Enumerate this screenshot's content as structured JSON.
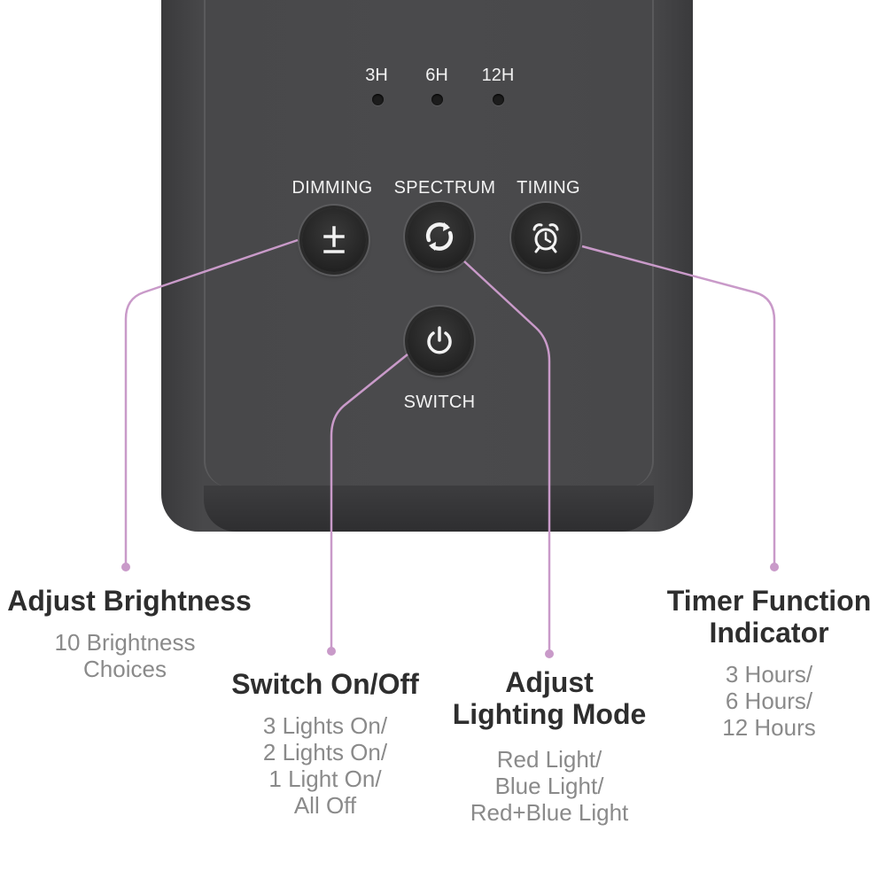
{
  "indicators": [
    "3H",
    "6H",
    "12H"
  ],
  "buttons": {
    "dimming": "DIMMING",
    "spectrum": "SPECTRUM",
    "timing": "TIMING",
    "switch": "SWITCH"
  },
  "callouts": {
    "brightness": {
      "title": "Adjust Brightness",
      "lines": [
        "10 Brightness",
        "Choices"
      ]
    },
    "switch": {
      "title": "Switch On/Off",
      "lines": [
        "3 Lights On/",
        "2 Lights On/",
        "1 Light On/",
        "All Off"
      ]
    },
    "mode": {
      "title_lines": [
        "Adjust",
        "Lighting Mode"
      ],
      "lines": [
        "Red Light/",
        "Blue Light/",
        "Red+Blue Light"
      ]
    },
    "timer": {
      "title_lines": [
        "Timer Function",
        "Indicator"
      ],
      "lines": [
        "3 Hours/",
        "6 Hours/",
        "12 Hours"
      ]
    }
  },
  "colors": {
    "leader": "#c99ac9",
    "panel": "#4a4a4c"
  },
  "icons": {
    "dimming": "plus-minus-icon",
    "spectrum": "cycle-arrows-icon",
    "timing": "alarm-clock-icon",
    "switch": "power-icon"
  }
}
